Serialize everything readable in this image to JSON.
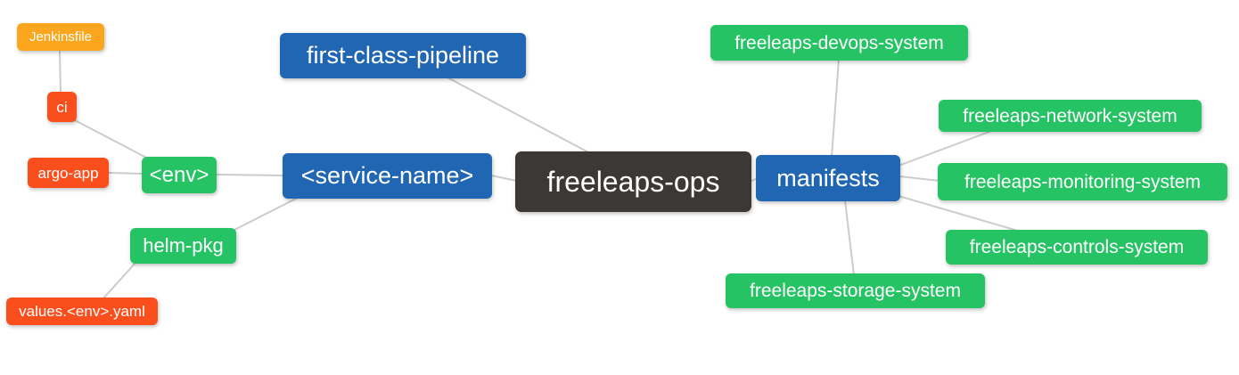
{
  "diagram": {
    "type": "mindmap",
    "root_label": "freeleaps-ops",
    "palette": {
      "blue": "#2166B2",
      "green": "#25C364",
      "orange": "#FBA61D",
      "red": "#FA4E1D",
      "dark": "#3B3836",
      "edge": "#CCCCCC",
      "text": "#FFFFFF",
      "background": "#FFFFFF"
    },
    "nodes": [
      {
        "id": "jenkinsfile",
        "label": "Jenkinsfile",
        "color": "orange"
      },
      {
        "id": "ci",
        "label": "ci",
        "color": "red"
      },
      {
        "id": "argo-app",
        "label": "argo-app",
        "color": "red"
      },
      {
        "id": "env",
        "label": "<env>",
        "color": "green"
      },
      {
        "id": "helm-pkg",
        "label": "helm-pkg",
        "color": "green"
      },
      {
        "id": "values-env-yaml",
        "label": "values.<env>.yaml",
        "color": "red"
      },
      {
        "id": "first-class-pipeline",
        "label": "first-class-pipeline",
        "color": "blue"
      },
      {
        "id": "service-name",
        "label": "<service-name>",
        "color": "blue"
      },
      {
        "id": "freeleaps-ops",
        "label": "freeleaps-ops",
        "color": "dark"
      },
      {
        "id": "manifests",
        "label": "manifests",
        "color": "blue"
      },
      {
        "id": "freeleaps-devops-system",
        "label": "freeleaps-devops-system",
        "color": "green"
      },
      {
        "id": "freeleaps-network-system",
        "label": "freeleaps-network-system",
        "color": "green"
      },
      {
        "id": "freeleaps-monitoring-system",
        "label": "freeleaps-monitoring-system",
        "color": "green"
      },
      {
        "id": "freeleaps-controls-system",
        "label": "freeleaps-controls-system",
        "color": "green"
      },
      {
        "id": "freeleaps-storage-system",
        "label": "freeleaps-storage-system",
        "color": "green"
      }
    ],
    "edges": [
      {
        "from": "jenkinsfile",
        "to": "ci"
      },
      {
        "from": "ci",
        "to": "env"
      },
      {
        "from": "argo-app",
        "to": "env"
      },
      {
        "from": "env",
        "to": "service-name"
      },
      {
        "from": "first-class-pipeline",
        "to": "freeleaps-ops"
      },
      {
        "from": "service-name",
        "to": "freeleaps-ops"
      },
      {
        "from": "service-name",
        "to": "helm-pkg"
      },
      {
        "from": "helm-pkg",
        "to": "values-env-yaml"
      },
      {
        "from": "freeleaps-ops",
        "to": "manifests"
      },
      {
        "from": "manifests",
        "to": "freeleaps-devops-system"
      },
      {
        "from": "manifests",
        "to": "freeleaps-network-system"
      },
      {
        "from": "manifests",
        "to": "freeleaps-monitoring-system"
      },
      {
        "from": "manifests",
        "to": "freeleaps-controls-system"
      },
      {
        "from": "manifests",
        "to": "freeleaps-storage-system"
      }
    ]
  }
}
